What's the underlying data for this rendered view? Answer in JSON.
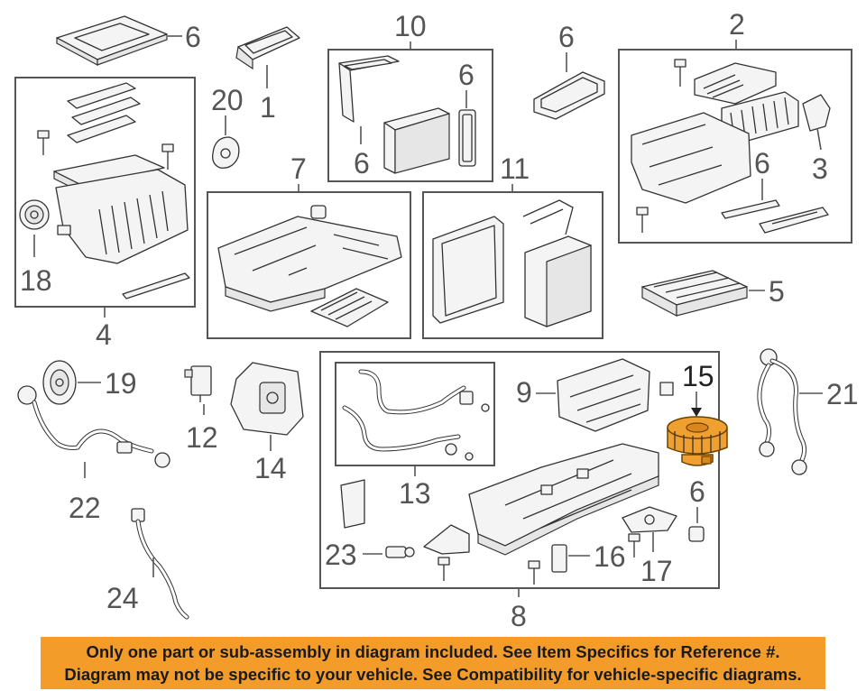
{
  "callouts": {
    "n1": "1",
    "n2": "2",
    "n3": "3",
    "n4": "4",
    "n5": "5",
    "n6": "6",
    "n7": "7",
    "n8": "8",
    "n9": "9",
    "n10": "10",
    "n11": "11",
    "n12": "12",
    "n13": "13",
    "n14": "14",
    "n15": "15",
    "n16": "16",
    "n17": "17",
    "n18": "18",
    "n19": "19",
    "n20": "20",
    "n21": "21",
    "n22": "22",
    "n23": "23",
    "n24": "24"
  },
  "highlight_part": "15",
  "colors": {
    "highlight": "#f0a030",
    "banner_background": "#f39c2a",
    "linework": "#333333",
    "callout_text": "#555555"
  },
  "banner": {
    "line1": "Only one part or sub-assembly in diagram included. See Item Specifics for Reference #.",
    "line2": "Diagram may not be specific to your vehicle. See Compatibility for vehicle-specific diagrams."
  }
}
